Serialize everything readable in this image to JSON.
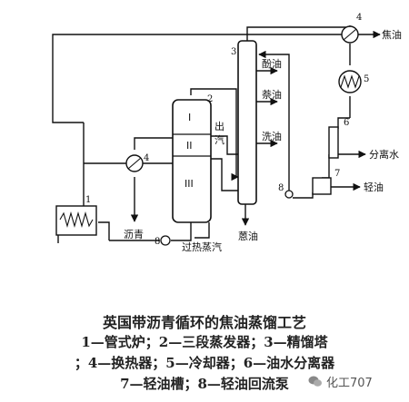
{
  "labels": {
    "coke_oil": "焦油",
    "separated_water": "分离水",
    "light_oil": "轻油",
    "phenol_oil": "酚油",
    "naphthalene_oil": "萘油",
    "wash_oil": "洗油",
    "outlet_steam_1": "出",
    "outlet_steam_2": "汽",
    "pitch": "沥青",
    "superheated_steam": "过热蒸汽",
    "anthracene_oil": "蒽油"
  },
  "numbers": {
    "n1": "1",
    "n2": "2",
    "n3": "3",
    "n4_top": "4",
    "n4_left": "4",
    "n5": "5",
    "n6": "6",
    "n7": "7",
    "n8_right": "8",
    "n8_bottom": "8"
  },
  "sections": {
    "s1": "I",
    "s2": "II",
    "s3": "III"
  },
  "caption": {
    "title": "英国带沥青循环的焦油蒸馏工艺",
    "line1": "1—管式炉；2—三段蒸发器；3—精馏塔",
    "line2": "；4—换热器；5—冷却器；6—油水分离器",
    "line3": "7—轻油槽；8—轻油回流泵"
  },
  "watermark": {
    "text": "化工707"
  },
  "colors": {
    "line": "#111111",
    "caption": "#222222"
  }
}
